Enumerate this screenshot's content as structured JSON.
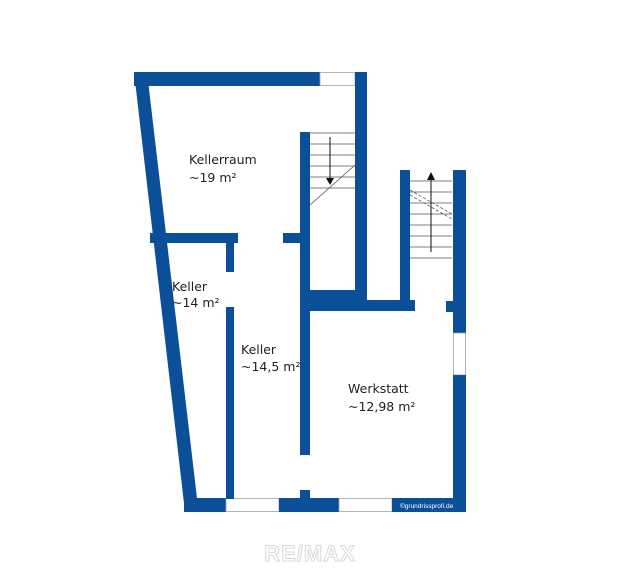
{
  "rooms": [
    {
      "name": "Kellerraum",
      "area": "~19 m²"
    },
    {
      "name": "Keller",
      "area": "~14 m²"
    },
    {
      "name": "Keller",
      "area": "~14,5 m²"
    },
    {
      "name": "Werkstatt",
      "area": "~12,98 m²"
    }
  ],
  "stairs": [
    {
      "direction": "down"
    },
    {
      "direction": "up"
    }
  ],
  "credit": "©grundrissprofi.de",
  "watermark": "RE/MAX",
  "colors": {
    "wall": "#0a4f97"
  }
}
